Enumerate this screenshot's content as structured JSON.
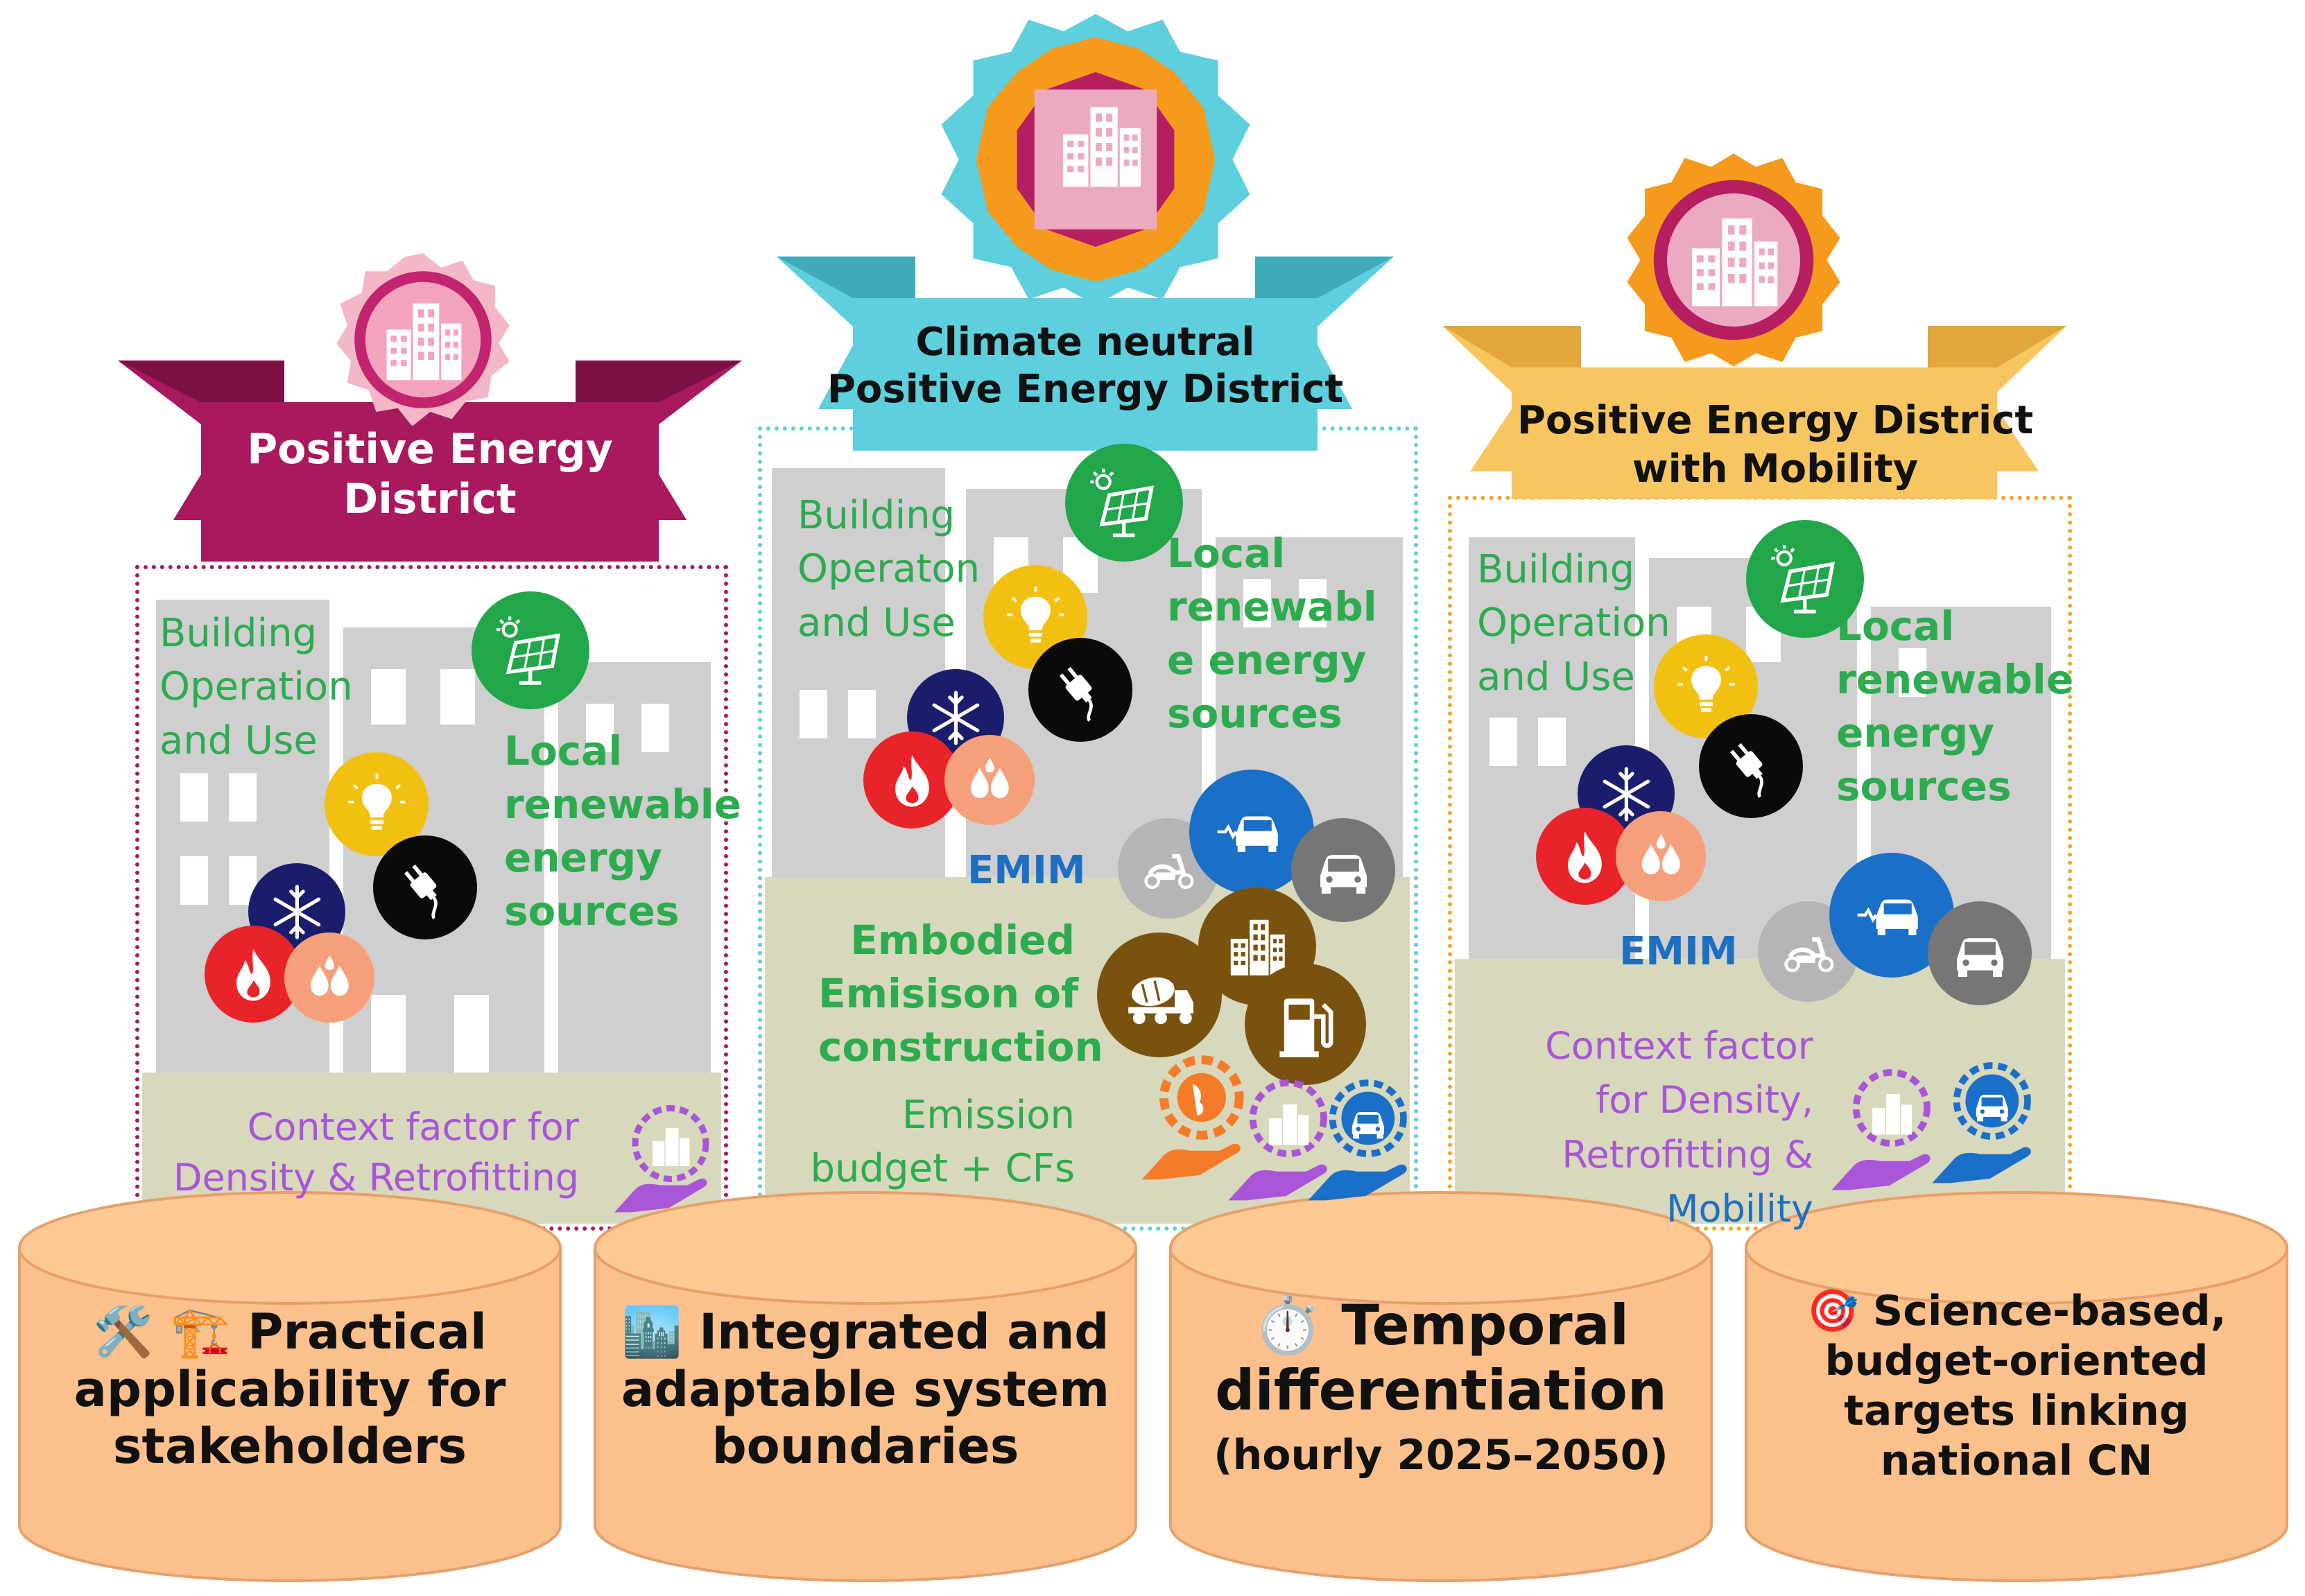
{
  "banners": {
    "ped": {
      "line1": "Positive Energy",
      "line2": "District"
    },
    "cnped": {
      "line1": "Climate neutral",
      "line2": "Positive Energy District"
    },
    "pedm": {
      "line1": "Positive Energy District",
      "line2": "with Mobility"
    }
  },
  "panel_ped": {
    "building_l1": "Building",
    "building_l2": "Operation",
    "building_l3": "and Use",
    "local_l1": "Local",
    "local_l2": "renewable",
    "local_l3": "energy",
    "local_l4": "sources",
    "context_l1": "Context factor for",
    "context_l2": "Density & Retrofitting"
  },
  "panel_cnped": {
    "building_l1": "Building",
    "building_l2": "Operaton",
    "building_l3": "and Use",
    "local_l1": "Local",
    "local_l2": "renewabl",
    "local_l3": "e energy",
    "local_l4": "sources",
    "emim": "EMIM",
    "embodied_l1": "Embodied",
    "embodied_l2": "Emisison of",
    "embodied_l3": "construction",
    "budget_l1": "Emission",
    "budget_l2": "budget + CFs"
  },
  "panel_pedm": {
    "building_l1": "Building",
    "building_l2": "Operation",
    "building_l3": "and Use",
    "local_l1": "Local",
    "local_l2": "renewable",
    "local_l3": "energy",
    "local_l4": "sources",
    "emim": "EMIM",
    "context_l1": "Context factor",
    "context_l2": "for Density,",
    "context_l3": "Retrofitting &",
    "context_l4": "Mobility"
  },
  "pillars": [
    {
      "line1": "🛠️ 🏗️ Practical",
      "line2": "applicability for",
      "line3": "stakeholders"
    },
    {
      "line1": "🏙️ Integrated and",
      "line2": "adaptable system",
      "line3": "boundaries"
    },
    {
      "line1": "⏱️ Temporal",
      "line2": "differentiation",
      "line3": "(hourly 2025–2050)"
    },
    {
      "line1": "🎯 Science-based,",
      "line2": "budget-oriented",
      "line3": "targets linking",
      "line4": "national  CN"
    }
  ],
  "colors": {
    "ped_banner": "#a8195e",
    "cnped_banner": "#5ecfdc",
    "pedm_banner": "#f8c660",
    "pillar_fill": "#fbc08c",
    "pillar_stroke": "#e8a070",
    "ground": "#d8d8bc",
    "green_text": "#2cab4f",
    "purple_text": "#a855d8",
    "blue_text": "#1f6fc1"
  },
  "icons": [
    "solar-panel-icon",
    "light-bulb-icon",
    "plug-icon",
    "snowflake-icon",
    "flame-icon",
    "droplets-icon",
    "scooter-icon",
    "electric-car-icon",
    "car-icon",
    "building-icon",
    "concrete-mixer-icon",
    "fuel-pump-icon",
    "hand-globe-icon",
    "hand-building-icon",
    "hand-car-icon"
  ]
}
